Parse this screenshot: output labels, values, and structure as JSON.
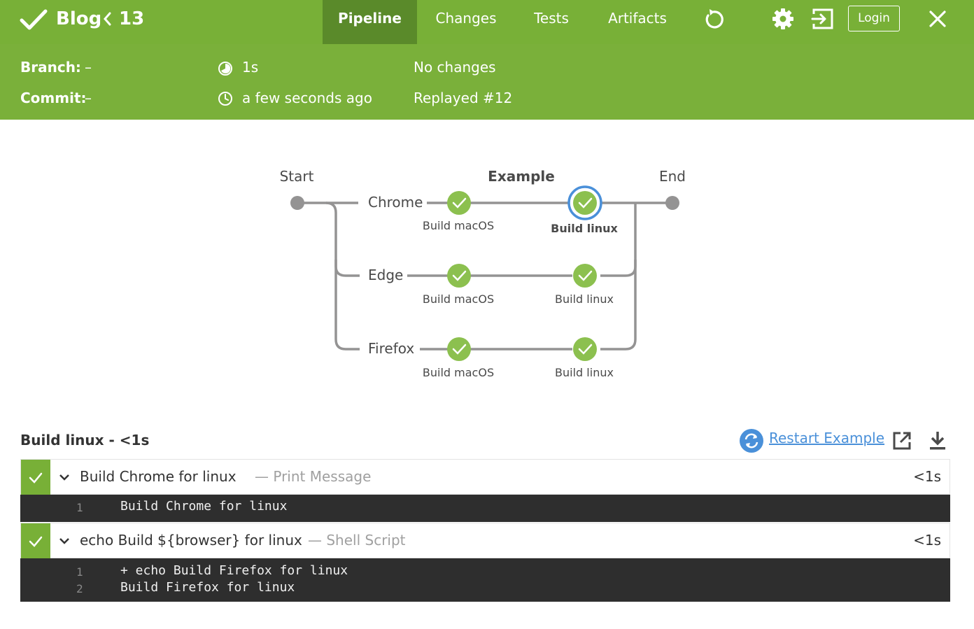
{
  "header": {
    "title": "Blog",
    "run_number": "13",
    "tabs": [
      {
        "label": "Pipeline",
        "active": true
      },
      {
        "label": "Changes"
      },
      {
        "label": "Tests"
      },
      {
        "label": "Artifacts"
      }
    ],
    "login_label": "Login",
    "icons": [
      "check-icon",
      "chevron-left-icon",
      "replay-icon",
      "gear-icon",
      "logout-icon",
      "close-icon"
    ],
    "colors": {
      "bar": "#78b037",
      "active_tab": "#5a8a2a"
    }
  },
  "summary": {
    "branch_label": "Branch:",
    "branch_value": "–",
    "commit_label": "Commit:",
    "commit_value": "–",
    "duration": "1s",
    "time_ago": "a few seconds ago",
    "changes": "No changes",
    "replayed": "Replayed #12"
  },
  "pipeline": {
    "start_label": "Start",
    "end_label": "End",
    "stage_label": "Example",
    "branches": [
      {
        "name": "Chrome",
        "steps": [
          "Build macOS",
          "Build linux"
        ],
        "selected_step": "Build linux"
      },
      {
        "name": "Edge",
        "steps": [
          "Build macOS",
          "Build linux"
        ]
      },
      {
        "name": "Firefox",
        "steps": [
          "Build macOS",
          "Build linux"
        ]
      }
    ],
    "colors": {
      "success": "#8cc04f",
      "selected_ring": "#4a90d9",
      "line": "#949393"
    }
  },
  "details": {
    "title": "Build linux - <1s",
    "restart_label": "Restart Example",
    "steps": [
      {
        "name": "Build Chrome for linux",
        "desc": "— Print Message",
        "duration": "<1s",
        "log": [
          {
            "n": "1",
            "text": "Build Chrome for linux"
          }
        ]
      },
      {
        "name": "echo Build ${browser} for linux",
        "desc": "— Shell Script",
        "duration": "<1s",
        "log": [
          {
            "n": "1",
            "text": "+ echo Build Firefox for linux"
          },
          {
            "n": "2",
            "text": "Build Firefox for linux"
          }
        ]
      }
    ]
  }
}
